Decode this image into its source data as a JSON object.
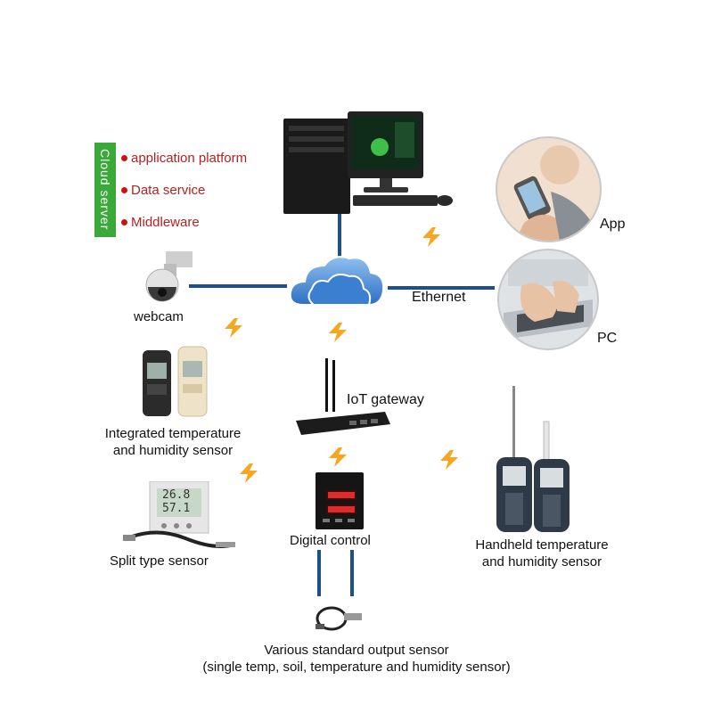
{
  "cloud_server": {
    "tag": "Cloud server",
    "services": [
      "application platform",
      "Data service",
      "Middleware"
    ]
  },
  "labels": {
    "app": "App",
    "pc": "PC",
    "ethernet": "Ethernet",
    "webcam": "webcam",
    "iot_gateway": "IoT gateway",
    "integrated_sensor_1": "Integrated temperature",
    "integrated_sensor_2": "and humidity sensor",
    "split_sensor": "Split type sensor",
    "digital_control": "Digital control",
    "handheld_1": "Handheld temperature",
    "handheld_2": "and humidity sensor",
    "various_1": "Various standard output sensor",
    "various_2": "(single temp, soil, temperature and humidity sensor)"
  },
  "device_text": {
    "split_reading_1": "26.8",
    "split_reading_2": "57.1"
  },
  "colors": {
    "link_line": "#1f4e8c",
    "bolt": "#f5a623",
    "cloud": "#3b7fd0",
    "cloud_tag": "#3aa93a",
    "service_text": "#b22222"
  }
}
